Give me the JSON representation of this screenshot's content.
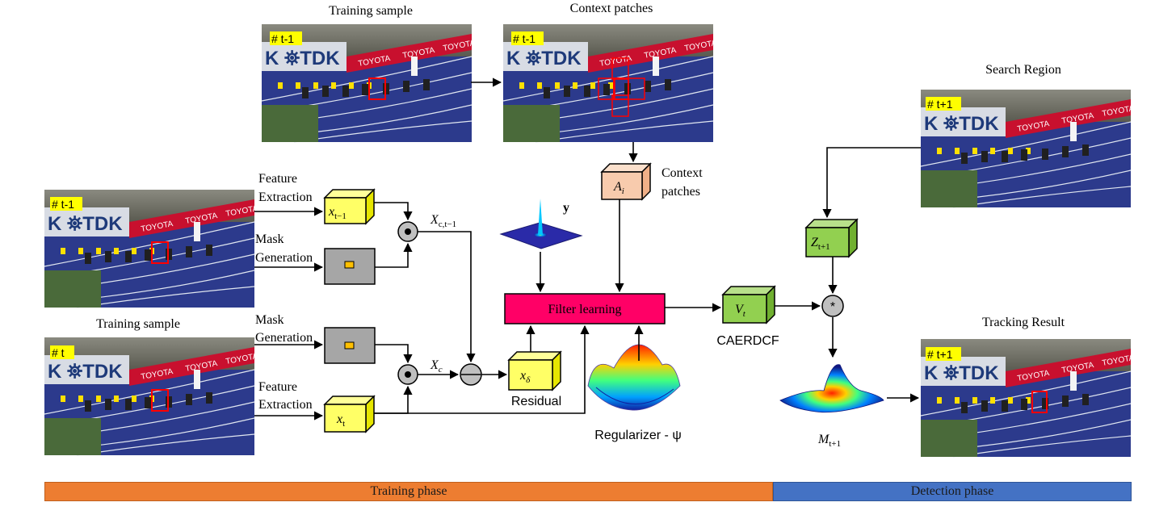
{
  "titles": {
    "training_sample_top": "Training sample",
    "context_patches_top": "Context patches",
    "search_region": "Search Region",
    "training_sample_mid": "Training sample",
    "tracking_result": "Tracking Result"
  },
  "frame_tags": {
    "train_top": "# t-1",
    "context": "# t-1",
    "left_prev": "# t-1",
    "left_curr": "# t",
    "search": "# t+1",
    "result": "# t+1"
  },
  "labels": {
    "feature_extraction_1": "Feature",
    "feature_extraction_2": "Extraction",
    "mask_generation_1": "Mask",
    "mask_generation_2": "Generation",
    "context_patches_1": "Context",
    "context_patches_2": "patches",
    "filter_learning": "Filter learning",
    "residual": "Residual",
    "regularizer": "Regularizer - ψ",
    "caerdcf": "CAERDCF",
    "y": "y"
  },
  "symbols": {
    "x_tm1": "x",
    "x_tm1_sub": "t−1",
    "x_t": "x",
    "x_t_sub": "t",
    "A_i": "A",
    "A_i_sub": "i",
    "x_delta": "x",
    "x_delta_sub": "δ",
    "V_t": "V",
    "V_t_sub": "t",
    "Z_tp1": "Z",
    "Z_tp1_sub": "t+1",
    "X_c_tm1": "X",
    "X_c_tm1_sub": "c,t−1",
    "X_c": "X",
    "X_c_sub": "c",
    "M_tp1": "M",
    "M_tp1_sub": "t+1",
    "conv_op": "*"
  },
  "phases": {
    "training": "Training phase",
    "detection": "Detection phase"
  },
  "colors": {
    "feature_box": "#ffff66",
    "mask_box": "#a6a6a6",
    "context_box": "#f8cbad",
    "filter_box": "#ff0066",
    "green_box": "#92d050",
    "training_bar": "#ed7d31",
    "detection_bar": "#4472c4",
    "track": "#2c3a8c"
  }
}
